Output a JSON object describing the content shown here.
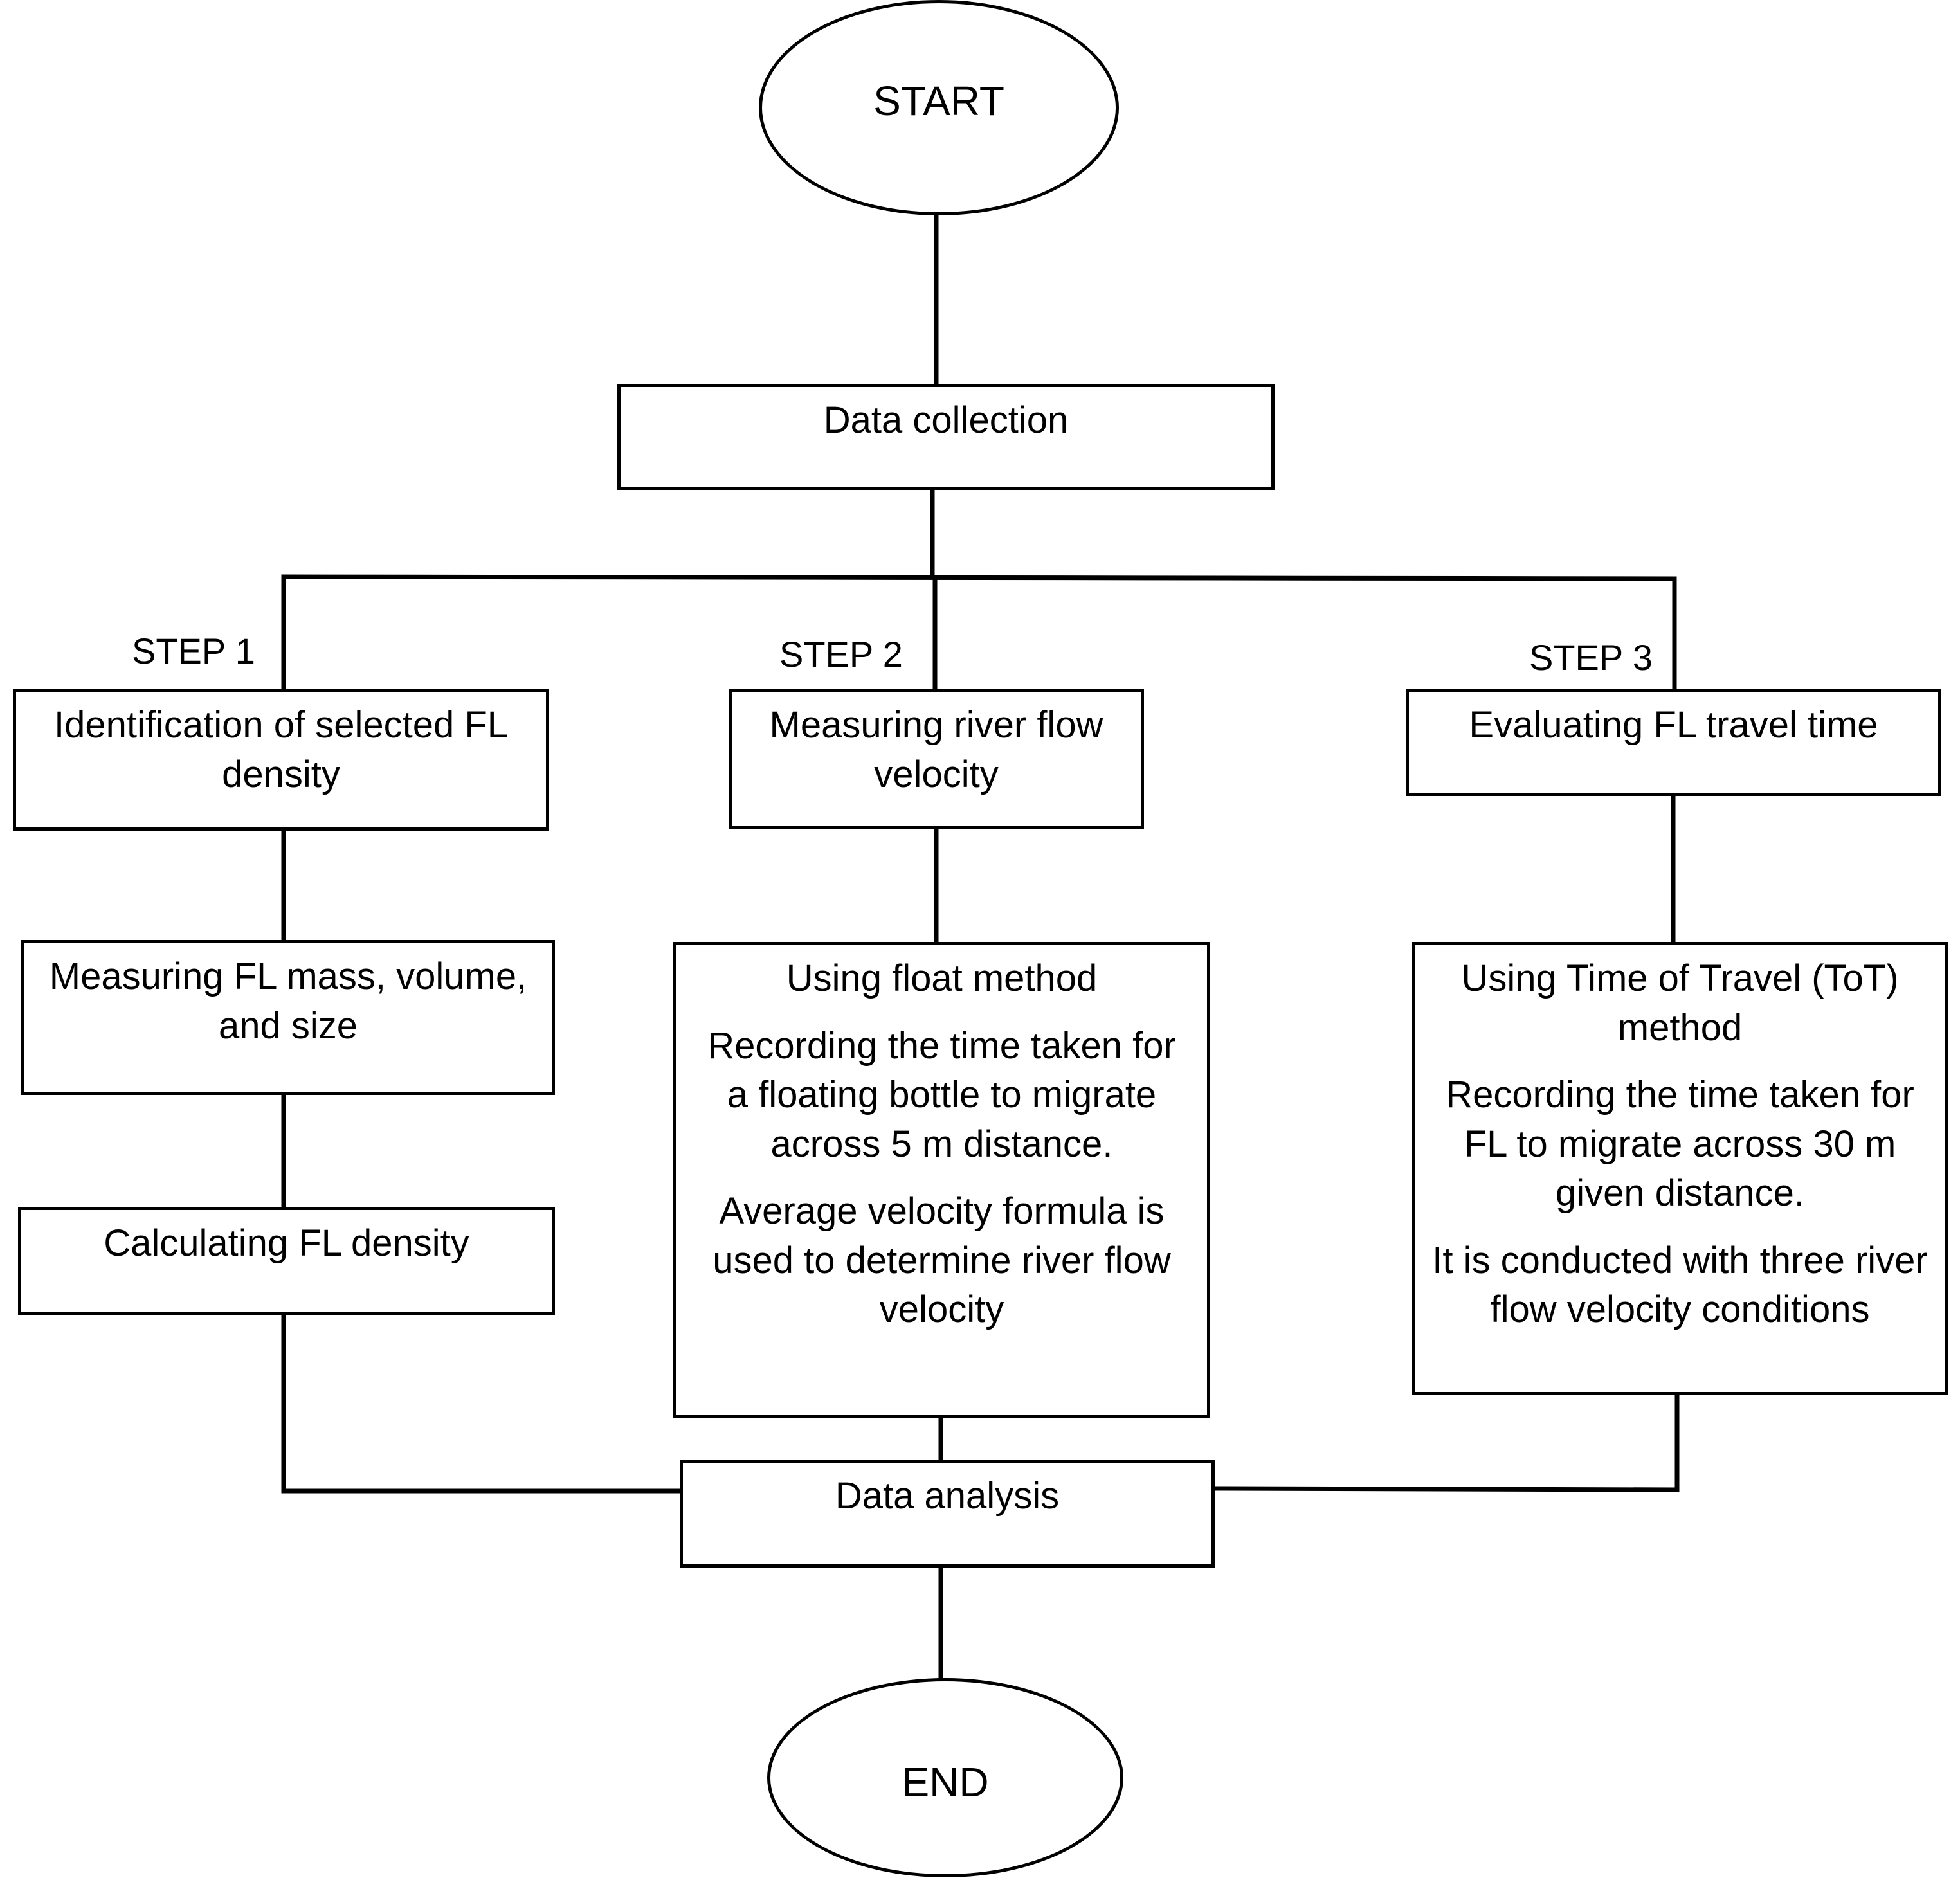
{
  "nodes": {
    "start": "START",
    "data_collection": "Data collection",
    "step1": {
      "label": "STEP 1",
      "box1": "Identification of selected FL density",
      "box2": "Measuring FL mass, volume, and size",
      "box3": "Calculating FL density"
    },
    "step2": {
      "label": "STEP 2",
      "box1": "Measuring river flow velocity",
      "box2": {
        "line1": "Using float method",
        "line2": "Recording the time taken for a floating bottle to migrate across 5 m distance.",
        "line3": "Average velocity formula is used to determine river flow velocity"
      }
    },
    "step3": {
      "label": "STEP 3",
      "box1": "Evaluating FL travel time",
      "box2": {
        "line1": "Using Time of Travel (ToT) method",
        "line2": "Recording the time taken for FL to migrate across 30 m given distance.",
        "line3": "It is conducted with three river flow velocity conditions"
      }
    },
    "data_analysis": "Data analysis",
    "end": "END"
  },
  "colors": {
    "stroke": "#000000",
    "background": "#ffffff"
  }
}
